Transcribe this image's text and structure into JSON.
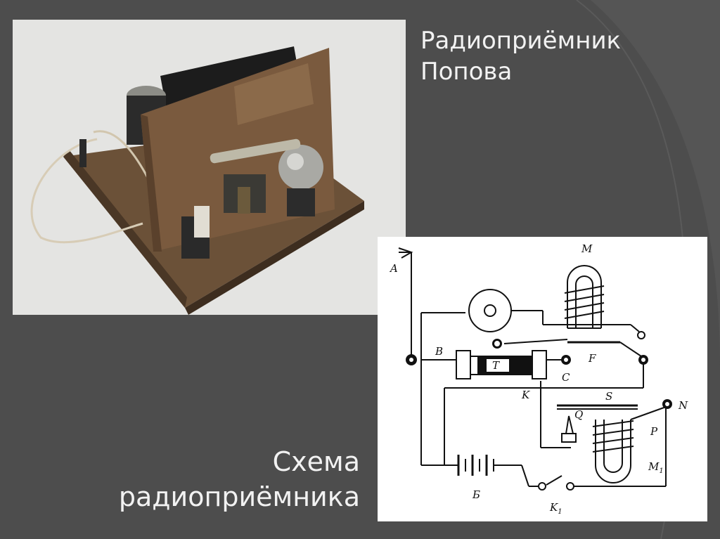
{
  "slide": {
    "title_lines": [
      "Радиоприёмник",
      "Попова"
    ],
    "caption_lines": [
      "Схема",
      "радиоприёмника"
    ]
  },
  "schematic": {
    "labels": {
      "A": "A",
      "M": "M",
      "B": "B",
      "T": "T",
      "C": "C",
      "F": "F",
      "K": "K",
      "S": "S",
      "Q": "Q",
      "N": "N",
      "P": "P",
      "M1": "M",
      "M1_sub": "1",
      "battery": "Б",
      "K1": "K",
      "K1_sub": "1"
    }
  },
  "colors": {
    "background": "#4d4d4d",
    "text": "#f2f2f2",
    "panel": "#ffffff"
  }
}
